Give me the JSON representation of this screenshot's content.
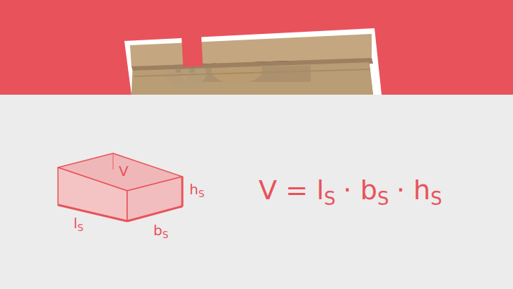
{
  "diagram": {
    "labels": [
      "V",
      "h",
      "S",
      "l",
      "S",
      "b",
      "S",
      "V = l",
      "S",
      "· b",
      "S",
      "· h",
      "S"
    ]
  }
}
